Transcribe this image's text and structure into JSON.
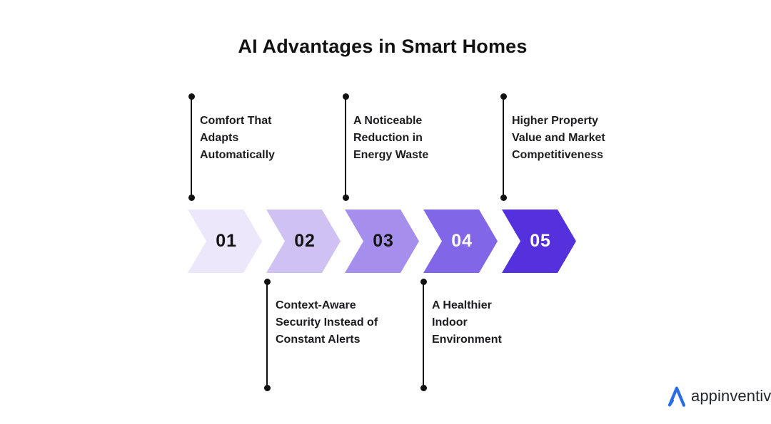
{
  "title": "AI Advantages in Smart Homes",
  "colors": {
    "title_text": "#121212",
    "label_text": "#1d1d1f",
    "connector_line": "#111111"
  },
  "steps": [
    {
      "number": "01",
      "number_color": "#141414",
      "arrow_color": "#ECE7FA",
      "label": "Comfort That\nAdapts\nAutomatically",
      "label_position": "top"
    },
    {
      "number": "02",
      "number_color": "#141414",
      "arrow_color": "#CFC2F2",
      "label": "Context-Aware\nSecurity Instead of\nConstant Alerts",
      "label_position": "bottom"
    },
    {
      "number": "03",
      "number_color": "#141414",
      "arrow_color": "#A68EEC",
      "label": "A Noticeable\nReduction in\nEnergy Waste",
      "label_position": "top"
    },
    {
      "number": "04",
      "number_color": "#FFFFFF",
      "arrow_color": "#8166E8",
      "label": "A Healthier\nIndoor\nEnvironment",
      "label_position": "bottom"
    },
    {
      "number": "05",
      "number_color": "#FFFFFF",
      "arrow_color": "#5531DD",
      "label": "Higher Property\nValue and Market\nCompetitiveness",
      "label_position": "top"
    }
  ],
  "logo": {
    "text": "appinventiv",
    "icon": "appinventiv-a-mark",
    "mark_color": "#2A6DE9",
    "text_color": "#23262b"
  }
}
